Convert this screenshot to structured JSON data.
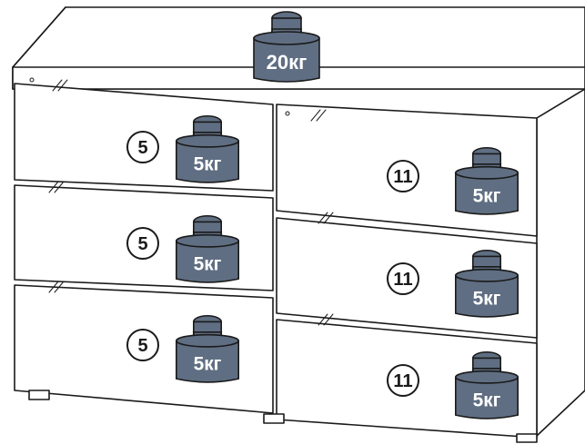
{
  "top_weight": {
    "label": "20кг"
  },
  "drawers": [
    {
      "id": "left-1",
      "number": "5",
      "weight": "5кг"
    },
    {
      "id": "left-2",
      "number": "5",
      "weight": "5кг"
    },
    {
      "id": "left-3",
      "number": "5",
      "weight": "5кг"
    },
    {
      "id": "right-1",
      "number": "11",
      "weight": "5кг"
    },
    {
      "id": "right-2",
      "number": "11",
      "weight": "5кг"
    },
    {
      "id": "right-3",
      "number": "11",
      "weight": "5кг"
    }
  ],
  "colors": {
    "weight": "#5f6e82",
    "outline": "#1a1a1a",
    "background": "#ffffff"
  }
}
